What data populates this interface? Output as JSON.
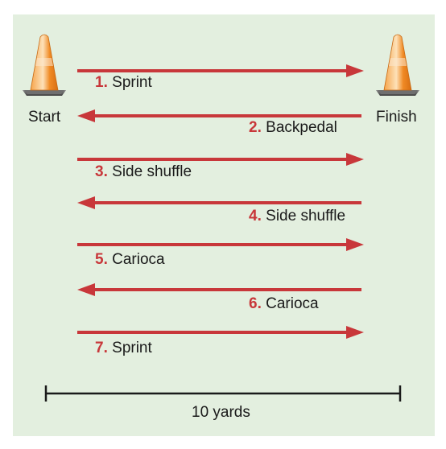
{
  "start_label": "Start",
  "finish_label": "Finish",
  "steps": [
    {
      "num": "1.",
      "text": "Sprint",
      "dir": "right"
    },
    {
      "num": "2.",
      "text": "Backpedal",
      "dir": "left"
    },
    {
      "num": "3.",
      "text": "Side shuffle",
      "dir": "right"
    },
    {
      "num": "4.",
      "text": "Side shuffle",
      "dir": "left"
    },
    {
      "num": "5.",
      "text": "Carioca",
      "dir": "right"
    },
    {
      "num": "6.",
      "text": "Carioca",
      "dir": "left"
    },
    {
      "num": "7.",
      "text": "Sprint",
      "dir": "right"
    }
  ],
  "scale_label": "10 yards",
  "colors": {
    "background": "#e3efdf",
    "arrow": "#c8373a",
    "number": "#c8373a",
    "cone_orange": "#f08a24",
    "cone_base": "#555555"
  }
}
